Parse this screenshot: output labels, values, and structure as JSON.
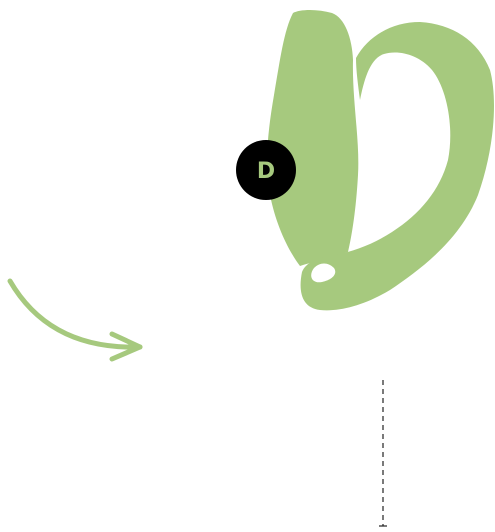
{
  "badge": {
    "letter": "D",
    "fill_color": "#000000",
    "text_color": "#a6c97e"
  },
  "shape": {
    "name": "letter-d-outline",
    "fill_color": "#a6c97e"
  },
  "arrow": {
    "name": "curved-arrow",
    "direction": "right",
    "stroke_color": "#a6c97e"
  },
  "dashed_line": {
    "name": "dashed-vertical-line",
    "stroke_color": "#222222"
  }
}
